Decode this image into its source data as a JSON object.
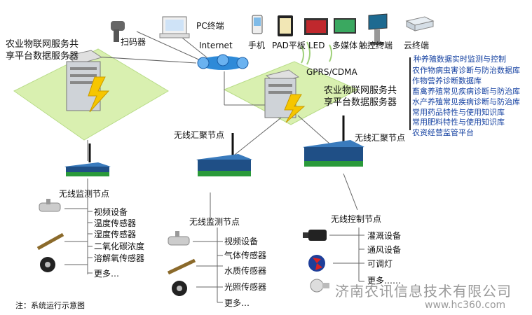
{
  "top_devices": {
    "scanner": "扫码器",
    "pc": "PC终端",
    "internet": "Internet",
    "phone": "手机",
    "pad": "PAD平板",
    "led": "LED",
    "multimedia": "多媒体",
    "touch": "触控终端",
    "cloud": "云终端",
    "gprs": "GPRS/CDMA"
  },
  "server_left": {
    "label_line1": "农业物联网服务共",
    "label_line2": "享平台数据服务器"
  },
  "server_center": {
    "label_line1": "农业物联网服务共",
    "label_line2": "享平台数据服务器"
  },
  "services": [
    "种养殖数据实时监测与控制",
    "农作物病虫害诊断与防治数据库",
    "作物营养诊断数据库",
    "畜禽养殖常见疾病诊断与防治库",
    "水产养殖常见疾病诊断与防治库",
    "常用药品特性与使用知识库",
    "常用肥料特性与使用知识库",
    "农资经营监管平台"
  ],
  "nodes": {
    "agg_left": "无线汇聚节点",
    "agg_right": "无线汇聚节点",
    "monitor_left": "无线监测节点",
    "monitor_center": "无线监测节点",
    "control": "无线控制节点"
  },
  "sensors_left": [
    "视频设备",
    "温度传感器",
    "湿度传感器",
    "二氧化碳浓度",
    "溶解氧传感器",
    "更多…"
  ],
  "sensors_center": [
    "视频设备",
    "气体传感器",
    "水质传感器",
    "光照传感器",
    "更多…"
  ],
  "actuators": [
    "灌溉设备",
    "通风设备",
    "可调灯",
    "更多……"
  ],
  "note": "注：系统运行示意图",
  "watermark": {
    "company": "济南农讯信息技术有限公司",
    "site": "www.hc360.com"
  },
  "colors": {
    "service_text": "#123fa0",
    "diamond": "#d9f0b0",
    "router": "#2e8ad8",
    "line": "#555555"
  }
}
